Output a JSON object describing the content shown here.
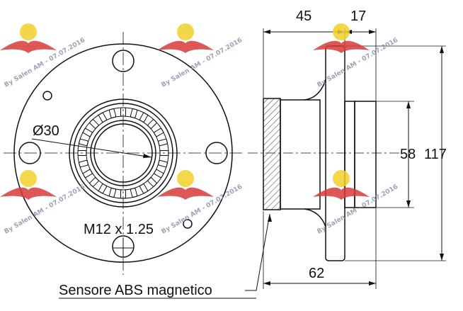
{
  "front_view": {
    "bore_diameter_label": "Ø30",
    "thread_label": "M12 x 1.25"
  },
  "side_view": {
    "dim_flange_to_face": "45",
    "dim_flange_thickness": "17",
    "dim_pilot_diameter": "58",
    "dim_flange_diameter": "117",
    "dim_overall_length": "62"
  },
  "callout": {
    "abs_sensor_label": "Sensore ABS magnetico"
  },
  "watermark": {
    "text": "By Salen AM - 07.07.2016",
    "logo_color": "#d83a3a",
    "badge_color": "#f2d02a"
  }
}
